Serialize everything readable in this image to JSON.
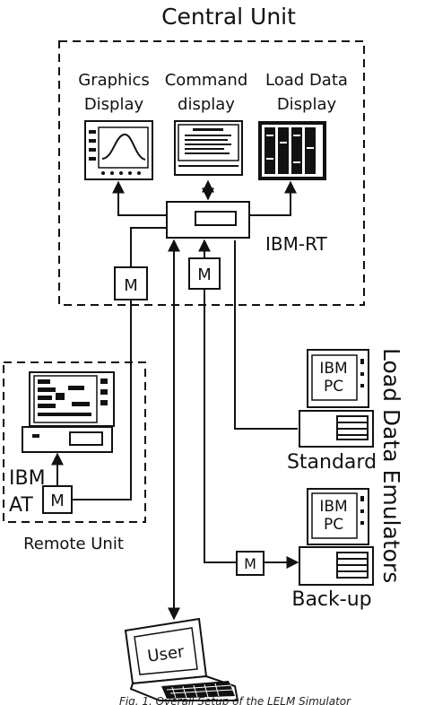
{
  "central": {
    "title": "Central Unit",
    "graphics": [
      "Graphics",
      "Display"
    ],
    "command": [
      "Command",
      "display"
    ],
    "loaddata": [
      "Load Data",
      "Display"
    ],
    "ibm_rt": "IBM-RT"
  },
  "modem": "M",
  "remote": {
    "ibm": "IBM",
    "at": "AT",
    "label": "Remote Unit"
  },
  "emulators": {
    "title": "Load Data Emulators",
    "pc1": [
      "IBM",
      "PC"
    ],
    "standard": "Standard",
    "pc2": [
      "IBM",
      "PC"
    ],
    "backup": "Back-up"
  },
  "user": "User",
  "caption": "Fig. 1. Overall Setup of the LELM Simulator"
}
